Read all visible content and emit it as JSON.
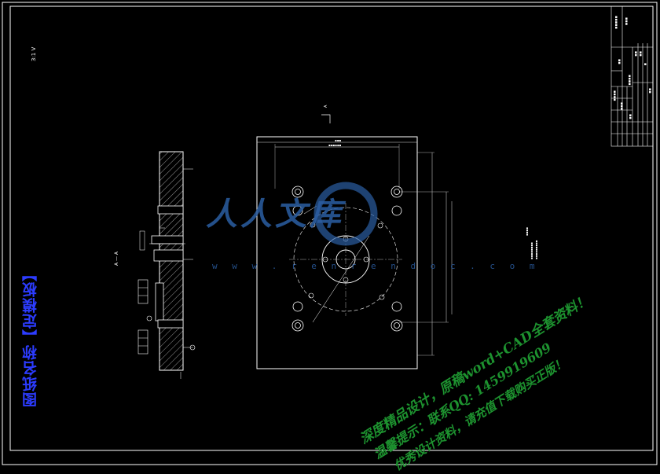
{
  "drawing_title": "图纸名称【定模板】",
  "corner_label": "3:1 V",
  "section_label": "A — A",
  "view_marker": "A",
  "logo": {
    "name": "人人文库",
    "url": "w w w . r e n r e n d o c . c o m"
  },
  "watermark_lines": [
    "深度精品设计，原稿word+CAD全套资料！",
    "温馨提示：联系QQ: 1459919609",
    "优秀设计资料，请充值下载购买正版！"
  ],
  "colors": {
    "background": "#000000",
    "lines": "#ffffff",
    "title": "#2c3cff",
    "watermark": "#1f9a32",
    "logo": "#2b5ea3",
    "dims": "#dddddd"
  }
}
